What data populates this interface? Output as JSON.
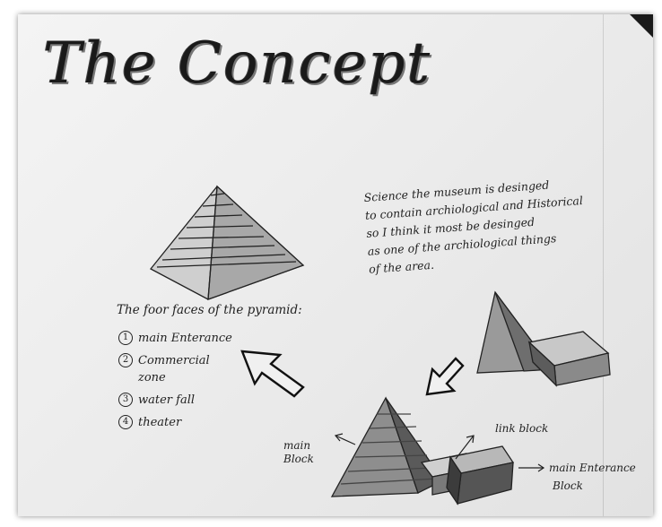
{
  "title": "The Concept",
  "paragraph": {
    "lines": [
      "Science the museum is desinged",
      "to contain archiological and Historical",
      "so I think it most be desinged",
      "as one of the archiological things",
      "of the area."
    ]
  },
  "faces": {
    "heading": "The foor faces of the pyramid:",
    "items": [
      {
        "num": "1",
        "label": "main Enterance"
      },
      {
        "num": "2",
        "label": "Commercial",
        "sub": "zone"
      },
      {
        "num": "3",
        "label": "water fall"
      },
      {
        "num": "4",
        "label": "theater"
      }
    ]
  },
  "labels": {
    "main_block": "main\nBlock",
    "main_block_l1": "main",
    "main_block_l2": "Block",
    "link_block": "link block",
    "main_entrance_block_l1": "main Enterance",
    "main_entrance_block_l2": "Block"
  }
}
